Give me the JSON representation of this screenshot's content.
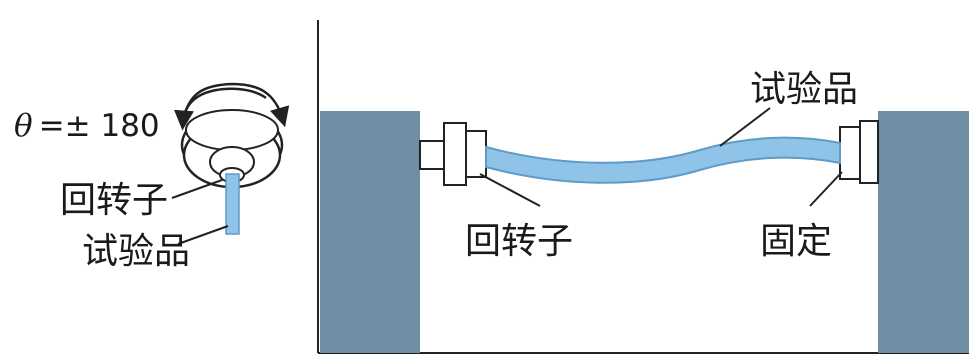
{
  "left_view": {
    "angle_symbol": "θ",
    "angle_value": "=± 180",
    "rotor_label": "回转子",
    "specimen_label": "试验品"
  },
  "right_view": {
    "specimen_label": "试验品",
    "rotor_label": "回转子",
    "fixed_label": "固定"
  },
  "colors": {
    "specimen": "#8fc3e8",
    "specimen_edge": "#5f9bc6",
    "fixture_block": "#6e8fa3",
    "line": "#222222",
    "background": "#ffffff"
  }
}
